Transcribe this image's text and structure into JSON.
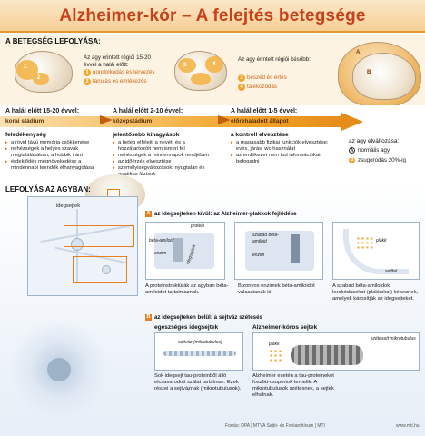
{
  "title": "Alzheimer-kór – A felejtés betegsége",
  "section1": {
    "heading": "A BETEGSÉG LEFOLYÁSA:",
    "left_text": "Az agy érintett régiói 15-20 évvel a halál előtt:",
    "left_items": [
      {
        "num": "1",
        "label": "gondolkodás és tervezés"
      },
      {
        "num": "2",
        "label": "tanulás és emlékezés"
      }
    ],
    "mid_text": "Az agy érintett régiói később:",
    "mid_items": [
      {
        "num": "3",
        "label": "beszéd és értés"
      },
      {
        "num": "4",
        "label": "tájékozódás"
      }
    ],
    "right_labels": {
      "a": "A",
      "b": "B"
    }
  },
  "stages": [
    {
      "when": "A halál előtt 15-20 évvel:",
      "stage": "korai stádium",
      "feature_heading": "feledékenység",
      "items": [
        "a rövid távú memória csökkenése",
        "nehézségek a helyes szavak megtalálásában, a hobbik iránt",
        "érdeklődés megnövekedése a mindennapi teendők elhanyagolása"
      ]
    },
    {
      "when": "A halál előtt 2-10 évvel:",
      "stage": "középstádium",
      "feature_heading": "jelentősebb kihagyások",
      "items": [
        "a beteg elfelejti a nevét, és a hozzátartozóit nem ismeri fel",
        "nehézségek a mindennapok rendjében",
        "az időérzék elvesztése",
        "személyiségváltozások: nyugtalan és apatikus fázisok"
      ]
    },
    {
      "when": "A halál előtt 1-5 évvel:",
      "stage": "előrehaladott állapot",
      "feature_heading": "a kontroll elvesztése",
      "items": [
        "a magasabb fizikai funkciók elvesztése: evés, járás, wc-használat",
        "az emlékezet nem tud információkat befogadni"
      ]
    }
  ],
  "shrink": {
    "heading": "az agy elváltozása:",
    "a_label": "normális agy",
    "b_label": "zsugorodás 20%-ig",
    "a": "A",
    "b": "B"
  },
  "section2": {
    "heading": "LEFOLYÁS AZ AGYBAN:",
    "idegsejtek": "idegsejtek",
    "partA": {
      "tag": "A",
      "title": "az idegsejteken kívül: az Alzheimer-plakkok fejlődése",
      "panel1_labels": [
        "protein",
        "béta-amiloid",
        "enzim",
        "idegsejtek"
      ],
      "panel1_caption": "A proteinstruktúrák az agyban béta-amiloidot tartalmaznak.",
      "panel2_labels": [
        "szabad béta-amiloid",
        "enzim"
      ],
      "panel2_caption": "Bizonyos enzimek béta-amiloidot választanak ki.",
      "panel3_labels": [
        "plakk",
        "sejtfal"
      ],
      "panel3_caption": "A szabad béta-amiloidok lerakódásokat (plakkokat) képeznek, amelyek károsítják az idegsejteket."
    },
    "partB": {
      "tag": "B",
      "title": "az idegsejteken belül: a sejtváz szétesés",
      "panel1_heading": "egészséges idegsejtek",
      "panel1_labels": [
        "sejtváz (mikrotubulus)"
      ],
      "panel1_caption": "Sok idegsejt tau-proteinből álló elcsavarodott szálat tartalmaz. Ezek részei a sejtváznak (mikrotubulusok).",
      "panel2_heading": "Alzheimer-kóros sejtek",
      "panel2_labels": [
        "szétesett mikrotubulus",
        "plakk"
      ],
      "panel2_caption": "Alzheimer esetén a tau-proteineket foszfát-csoportok terhelik. A mikrotubulusok szétesnek, a sejtek elhalnak."
    }
  },
  "source": "Forrás: DPA | MTVA Sajtó- és Fotóarchívum | MTI",
  "site": "www.mti.hu",
  "colors": {
    "accent": "#e8801d",
    "title": "#c8401a",
    "highlight": "#f2b240"
  }
}
